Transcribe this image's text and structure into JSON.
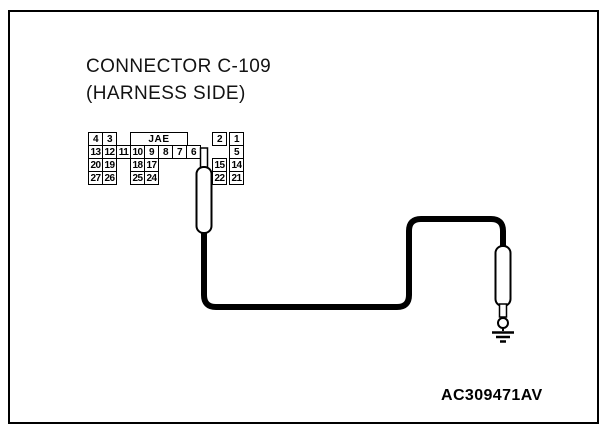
{
  "title": {
    "line1": "CONNECTOR C-109",
    "line2": "(HARNESS SIDE)"
  },
  "connector": {
    "maker_label": "JAE",
    "row1": {
      "c1": "4",
      "c2": "3",
      "c3": "2",
      "c4": "1"
    },
    "row2": {
      "c1": "13",
      "c2": "12",
      "c3": "11",
      "c4": "10",
      "c5": "9",
      "c6": "8",
      "c7": "7",
      "c8": "6",
      "c9": "5"
    },
    "row3": {
      "c1": "20",
      "c2": "19",
      "c3": "18",
      "c4": "17",
      "c5": "15",
      "c6": "14"
    },
    "row4": {
      "c1": "27",
      "c2": "26",
      "c3": "25",
      "c4": "24",
      "c5": "22",
      "c6": "21"
    }
  },
  "figure_code": "AC309471AV",
  "icons": {
    "probe_top": "test-probe-icon",
    "probe_bottom": "ground-probe-icon",
    "ground": "ground-symbol-icon",
    "wire": "test-lead-wire"
  },
  "colors": {
    "diagram_line": "#000000",
    "background": "#ffffff"
  }
}
